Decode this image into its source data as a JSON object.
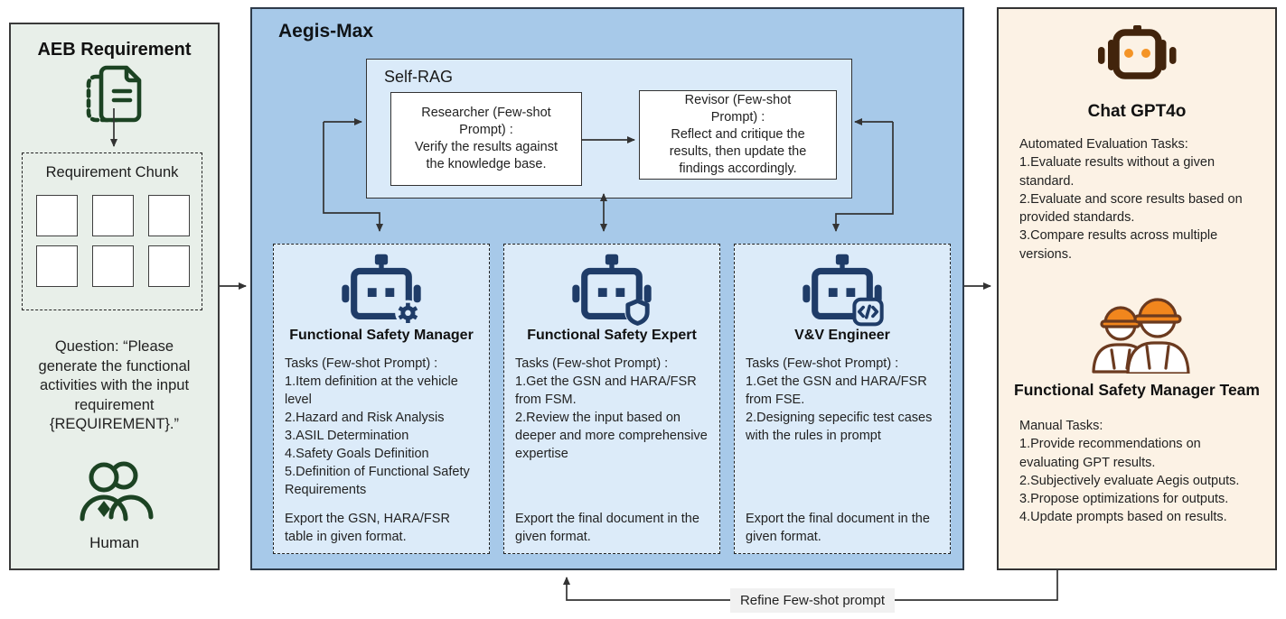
{
  "left_panel": {
    "title": "AEB Requirement",
    "chunk": {
      "title": "Requirement Chunk",
      "square_count": 6
    },
    "question": "Question: “Please\ngenerate the functional\nactivities with the input\nrequirement\n{REQUIREMENT}.”",
    "human_label": "Human"
  },
  "middle_panel": {
    "title": "Aegis-Max",
    "self_rag": {
      "title": "Self-RAG",
      "researcher_text": "Researcher (Few-shot\nPrompt) :\nVerify the results against\nthe knowledge base.",
      "revisor_text": "Revisor (Few-shot\nPrompt) :\nReflect and critique the\nresults, then update the\nfindings accordingly."
    },
    "agents": [
      {
        "name": "Functional Safety Manager",
        "icon": "robot-gear-icon",
        "tasks": "Tasks (Few-shot Prompt) :\n1.Item definition at the vehicle level\n2.Hazard and Risk Analysis\n3.ASIL Determination\n4.Safety Goals Definition\n5.Definition of Functional Safety Requirements",
        "export": "Export the GSN, HARA/FSR table in given format."
      },
      {
        "name": "Functional Safety Expert",
        "icon": "robot-shield-icon",
        "tasks": "Tasks (Few-shot Prompt) :\n1.Get the GSN and HARA/FSR from FSM.\n2.Review the input based on deeper and more comprehensive expertise",
        "export": "Export the final document in the given format."
      },
      {
        "name": "V&V Engineer",
        "icon": "robot-code-icon",
        "tasks": "Tasks (Few-shot Prompt) :\n1.Get the GSN and HARA/FSR from FSE.\n2.Designing sepecific test cases with the rules in prompt",
        "export": "Export the final document in the given format."
      }
    ]
  },
  "right_panel": {
    "gpt": {
      "title": "Chat GPT4o",
      "icon": "chatgpt-robot-icon",
      "tasks": "Automated Evaluation Tasks:\n1.Evaluate results without a given standard.\n2.Evaluate and score results based on provided standards.\n3.Compare results across multiple versions."
    },
    "team": {
      "title": "Functional Safety Manager Team",
      "icon": "workers-icon",
      "tasks": "Manual Tasks:\n1.Provide recommendations on evaluating GPT results.\n2.Subjectively evaluate Aegis outputs.\n3.Propose optimizations for outputs.\n4.Update prompts based on results."
    }
  },
  "footer": {
    "refine_label": "Refine Few-shot prompt"
  },
  "colors": {
    "left_panel_bg": "#e8efe9",
    "middle_panel_bg": "#a7c9e9",
    "inner_box_bg": "#dcebf9",
    "right_panel_bg": "#fcf2e5",
    "robot_navy": "#1f3c68",
    "gpt_brown": "#42240c",
    "accent_orange": "#f1861d",
    "icon_green": "#1c4323",
    "line_color": "#333333",
    "refine_label_bg": "#f1f1f1"
  }
}
